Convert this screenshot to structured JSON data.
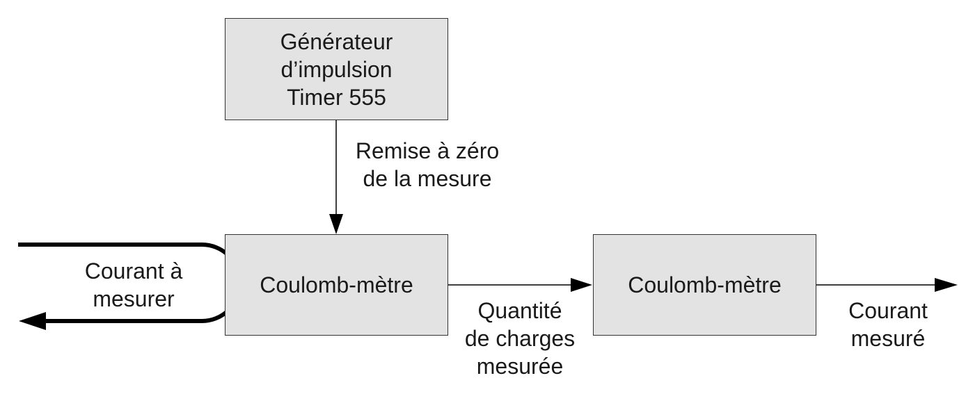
{
  "blocks": {
    "generator": {
      "line1": "Générateur",
      "line2": "d’impulsion",
      "line3": "Timer 555"
    },
    "coulomb_meter_1": {
      "label": "Coulomb-mètre"
    },
    "coulomb_meter_2": {
      "label": "Coulomb-mètre"
    }
  },
  "signals": {
    "reset": {
      "line1": "Remise à zéro",
      "line2": "de la mesure"
    },
    "input_current": {
      "line1": "Courant à",
      "line2": "mesurer"
    },
    "charge_quantity": {
      "line1": "Quantité",
      "line2": "de charges",
      "line3": "mesurée"
    },
    "measured_current": {
      "line1": "Courant",
      "line2": "mesuré"
    }
  },
  "colors": {
    "block_fill": "#e3e3e3",
    "block_border": "#333333",
    "line": "#000000"
  }
}
